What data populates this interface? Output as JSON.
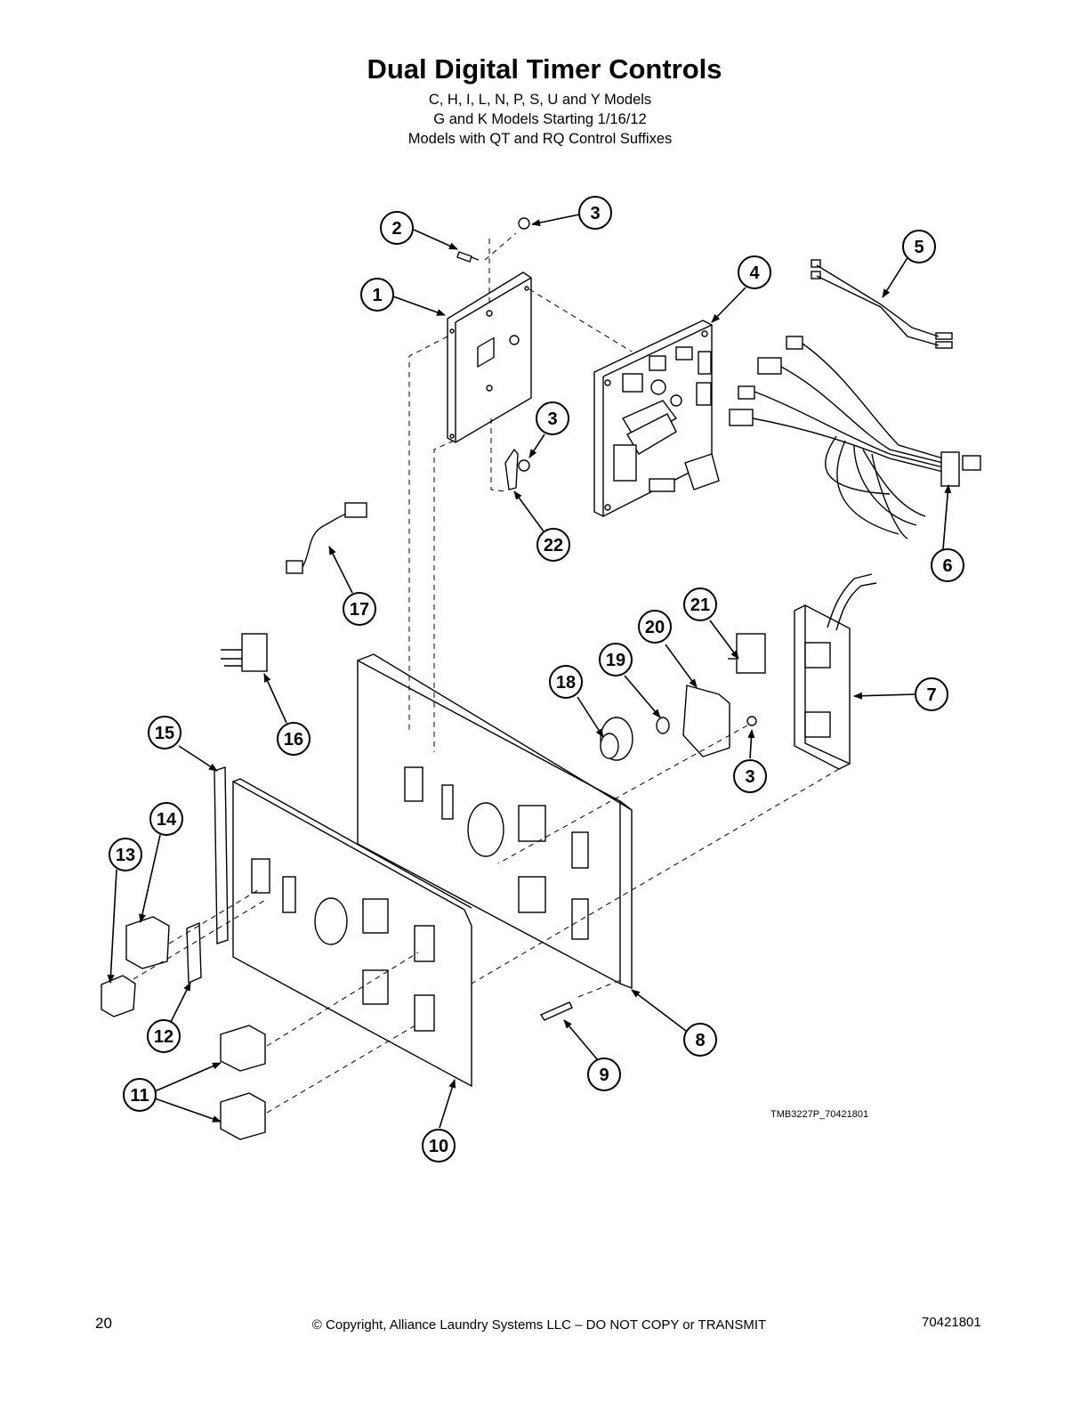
{
  "header": {
    "title": "Dual Digital Timer Controls",
    "subtitle_lines": [
      "C, H, I, L, N, P, S, U and Y Models",
      "G and K Models Starting 1/16/12",
      "Models with QT and RQ Control Suffixes"
    ]
  },
  "diagram": {
    "image_code": "TMB3227P_70421801",
    "callouts": [
      "1",
      "2",
      "3",
      "4",
      "5",
      "6",
      "7",
      "8",
      "9",
      "10",
      "11",
      "12",
      "13",
      "14",
      "15",
      "16",
      "17",
      "18",
      "19",
      "20",
      "21",
      "22"
    ]
  },
  "footer": {
    "page_number": "20",
    "copyright": "© Copyright, Alliance Laundry Systems LLC – DO NOT COPY or TRANSMIT",
    "document_number": "70421801"
  }
}
